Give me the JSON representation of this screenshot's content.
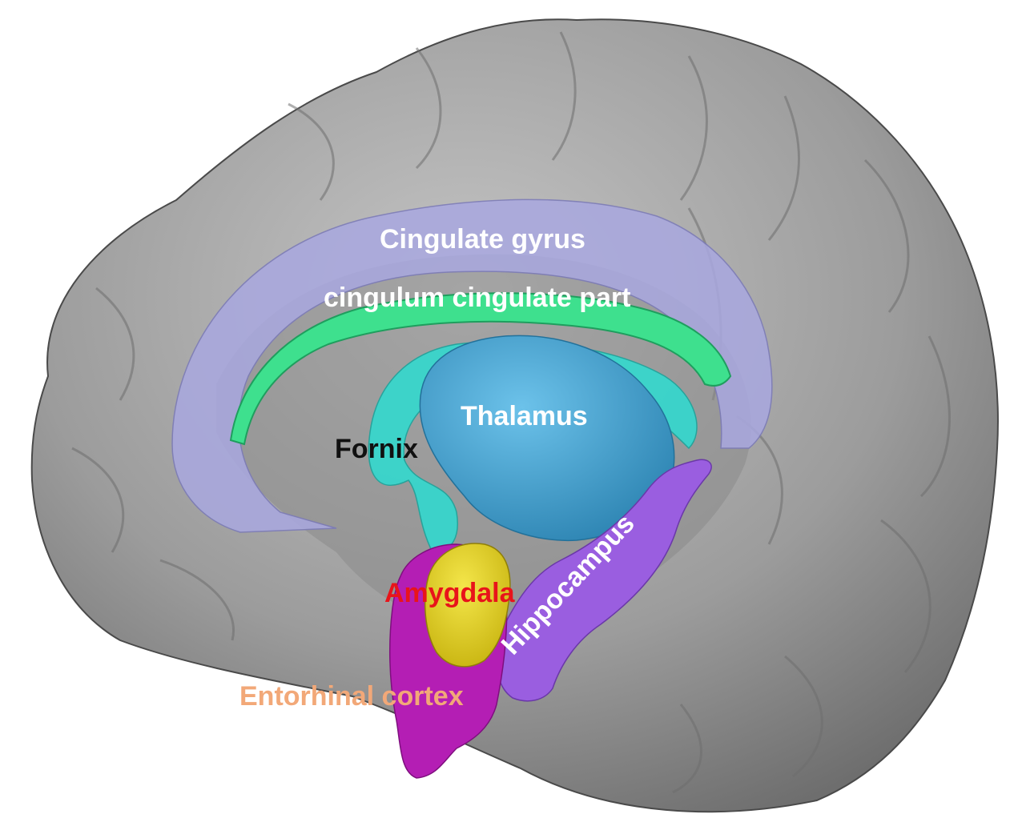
{
  "labels": {
    "cingulate_gyrus": "Cingulate gyrus",
    "cingulum": "cingulum cingulate part",
    "thalamus": "Thalamus",
    "fornix": "Fornix",
    "amygdala": "Amygdala",
    "hippocampus": "Hippocampus",
    "entorhinal": "Entorhinal cortex"
  },
  "colors": {
    "brain": "#9a9a9a",
    "cingulate_gyrus": "#a9a8e0",
    "cingulum": "#3ee08e",
    "thalamus": "#3fa4d4",
    "fornix": "#38d6cc",
    "amygdala": "#e6d21a",
    "hippocampus": "#9a5ee0",
    "entorhinal": "#b41eb4",
    "label_white": "#ffffff",
    "label_black": "#111111",
    "label_red": "#e8141a",
    "label_orange": "#f2a878"
  }
}
